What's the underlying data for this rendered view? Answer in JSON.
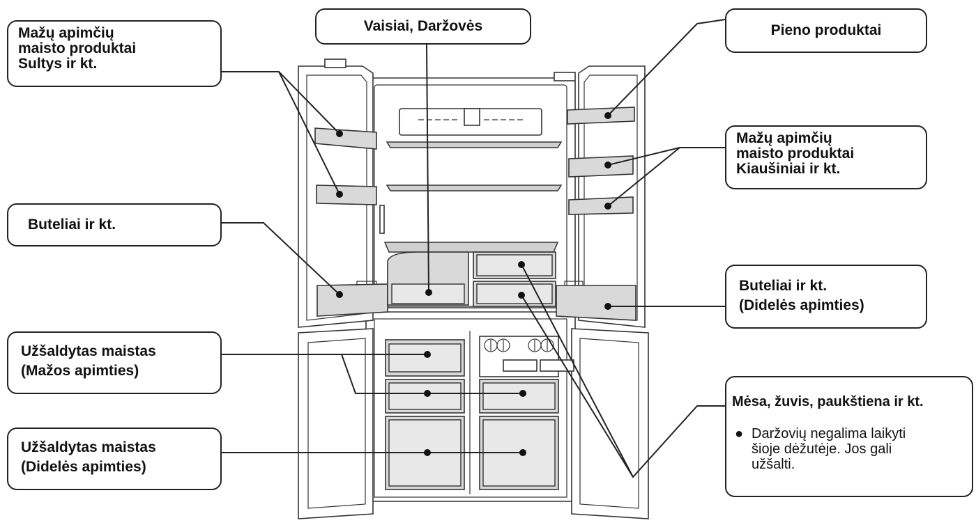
{
  "labels": {
    "small_juice": [
      "Mažų apimčių",
      "maisto produktai",
      "Sultys ir kt."
    ],
    "fruit_veg": "Vaisiai, Daržovės",
    "dairy": "Pieno produktai",
    "small_eggs": [
      "Mažų apimčių",
      "maisto produktai",
      "Kiaušiniai ir kt."
    ],
    "bottles": "Buteliai ir kt.",
    "bottles_large": [
      "Buteliai ir kt.",
      "(Didelės apimties)"
    ],
    "frozen_small": [
      "Užšaldytas maistas",
      "(Mažos apimties)"
    ],
    "frozen_large": [
      "Užšaldytas maistas",
      "(Didelės apimties)"
    ],
    "meat": {
      "title": "Mėsa, žuvis, paukštiena ir kt.",
      "bullet": "●",
      "note": [
        "Daržovių negalima laikyti",
        "šioje dėžutėje. Jos gali",
        "užšalti."
      ]
    }
  },
  "colors": {
    "line": "#222222",
    "bin_fill": "#d9d9d9",
    "bin_stroke": "#333333"
  }
}
